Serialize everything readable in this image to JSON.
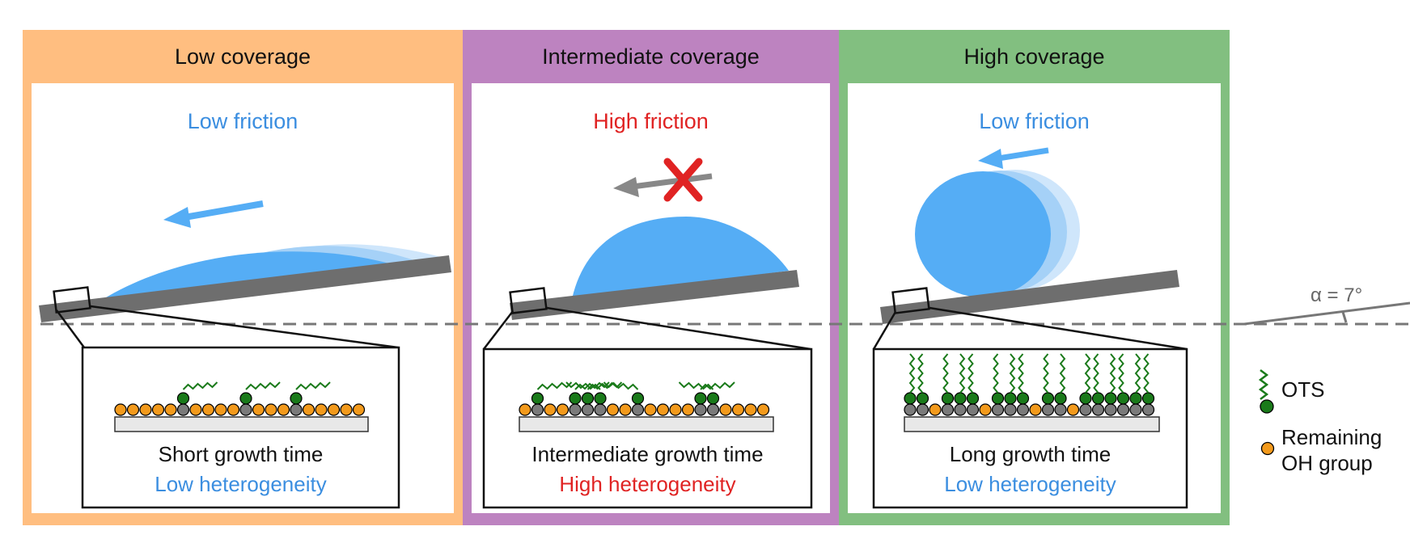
{
  "panels": [
    {
      "header": "Low coverage",
      "friction": "Low friction",
      "caption": "Short growth time",
      "heterogeneity": "Low heterogeneity"
    },
    {
      "header": "Intermediate coverage",
      "friction": "High friction",
      "caption": "Intermediate growth time",
      "heterogeneity": "High heterogeneity"
    },
    {
      "header": "High coverage",
      "friction": "Low friction",
      "caption": "Long growth time",
      "heterogeneity": "Low heterogeneity"
    }
  ],
  "legend": {
    "ots": "OTS",
    "oh_line1": "Remaining",
    "oh_line2": "OH group"
  },
  "angle_label": "α = 7°",
  "colors": {
    "low_coverage": "#ffbe80",
    "intermediate_coverage": "#bd83c0",
    "high_coverage": "#82bf80",
    "low_text": "#3b8ee0",
    "high_text": "#e02323",
    "droplet": "#55adf5",
    "ots_green": "#1a7a1a",
    "oh_orange": "#f39a1c",
    "substrate": "#6e6e6e"
  }
}
